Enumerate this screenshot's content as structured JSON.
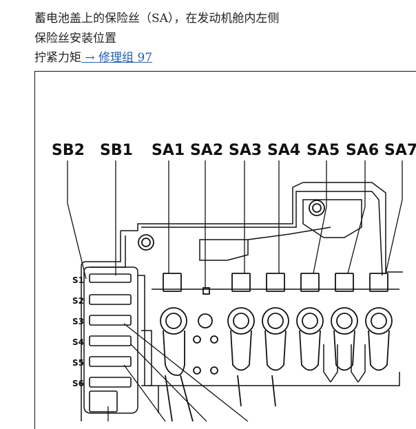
{
  "text": {
    "line1": "蓄电池盖上的保险丝（SA），在发动机舱内左侧",
    "line2": "保险丝安装位置",
    "line3_prefix": "拧紧力矩",
    "line3_link": " → 修理组 97"
  },
  "diagram": {
    "top_labels": [
      "SB2",
      "SB1",
      "SA1",
      "SA2",
      "SA3",
      "SA4",
      "SA5",
      "SA6",
      "SA7"
    ],
    "side_labels": [
      "S1",
      "S2",
      "S3",
      "S4",
      "S5",
      "S6"
    ]
  },
  "colors": {
    "link": "#1f5fb0",
    "line": "#111111"
  }
}
